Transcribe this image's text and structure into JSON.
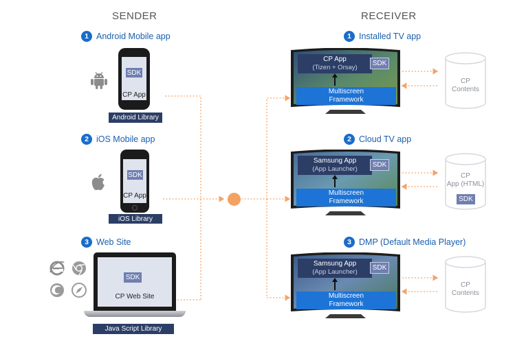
{
  "sender": {
    "title": "SENDER",
    "android": {
      "num": "1",
      "label": "Android Mobile app",
      "sdk": "SDK",
      "app": "CP App",
      "library": "Android Library"
    },
    "ios": {
      "num": "2",
      "label": "iOS Mobile app",
      "sdk": "SDK",
      "app": "CP App",
      "library": "iOS Library"
    },
    "web": {
      "num": "3",
      "label": "Web Site",
      "sdk": "SDK",
      "app": "CP Web Site",
      "library": "Java Script Library"
    }
  },
  "receiver": {
    "title": "RECEIVER",
    "installed": {
      "num": "1",
      "label": "Installed TV app",
      "app_name": "CP App",
      "app_sub": "(Tizen + Orsay)",
      "sdk": "SDK",
      "framework_line1": "Multiscreen",
      "framework_line2": "Framework",
      "store_line1": "CP",
      "store_line2": "Contents"
    },
    "cloud": {
      "num": "2",
      "label": "Cloud TV app",
      "app_name": "Samsung App",
      "app_sub": "(App Launcher)",
      "sdk": "SDK",
      "framework_line1": "Multiscreen",
      "framework_line2": "Framework",
      "store_line1": "CP",
      "store_line2": "App (HTML)",
      "store_sdk": "SDK"
    },
    "dmp": {
      "num": "3",
      "label": "DMP (Default Media Player)",
      "app_name": "Samsung App",
      "app_sub": "(App Launcher)",
      "sdk": "SDK",
      "framework_line1": "Multiscreen",
      "framework_line2": "Framework",
      "store_line1": "CP",
      "store_line2": "Contents"
    }
  },
  "colors": {
    "accent_blue": "#1a6dc9",
    "dark_navy": "#2c3e66",
    "sdk_purple": "#6f7fb0",
    "connector_orange": "#f4a46a",
    "hub_orange": "#f3a261",
    "cylinder_gray": "#d5d8de"
  },
  "icons": [
    "android-icon",
    "apple-icon",
    "ie-icon",
    "chrome-icon",
    "firefox-icon",
    "safari-icon"
  ]
}
